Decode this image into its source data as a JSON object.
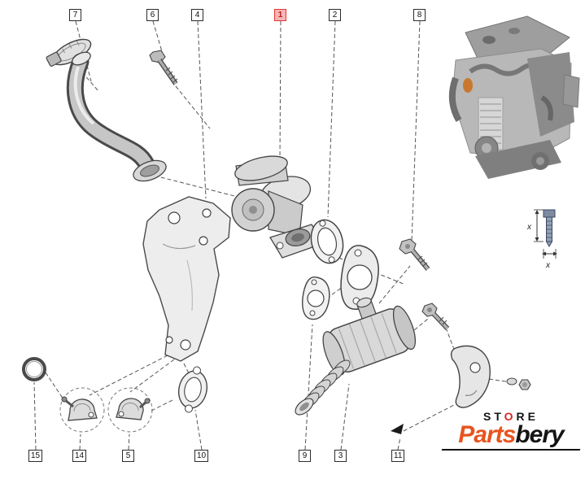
{
  "page": {
    "background": "#ffffff"
  },
  "diagram": {
    "type": "exploded-parts-diagram",
    "subject": "EGR valve and EGR cooler assembly",
    "callouts_top": [
      {
        "num": "7",
        "highlighted": false
      },
      {
        "num": "6",
        "highlighted": false
      },
      {
        "num": "4",
        "highlighted": false
      },
      {
        "num": "1",
        "highlighted": true
      },
      {
        "num": "2",
        "highlighted": false
      },
      {
        "num": "8",
        "highlighted": false
      }
    ],
    "callouts_bottom": [
      {
        "num": "15",
        "highlighted": false
      },
      {
        "num": "14",
        "highlighted": false
      },
      {
        "num": "5",
        "highlighted": false
      },
      {
        "num": "10",
        "highlighted": false
      },
      {
        "num": "9",
        "highlighted": false
      },
      {
        "num": "3",
        "highlighted": false
      },
      {
        "num": "11",
        "highlighted": false
      }
    ],
    "dim_labels": [
      "x",
      "x"
    ]
  },
  "logo": {
    "store_prefix": "ST",
    "store_o": "O",
    "store_suffix": "RE",
    "brand_part1": "Parts",
    "brand_part2": "bery"
  },
  "colors": {
    "highlight_red": "#e53935",
    "highlight_bg": "#f5b5b5",
    "brand_orange": "#e8531e",
    "brand_dark": "#141414",
    "line_color": "#4a4a4a"
  },
  "icons": {
    "pointer_arrow": "left-pointing solid arrowhead"
  }
}
